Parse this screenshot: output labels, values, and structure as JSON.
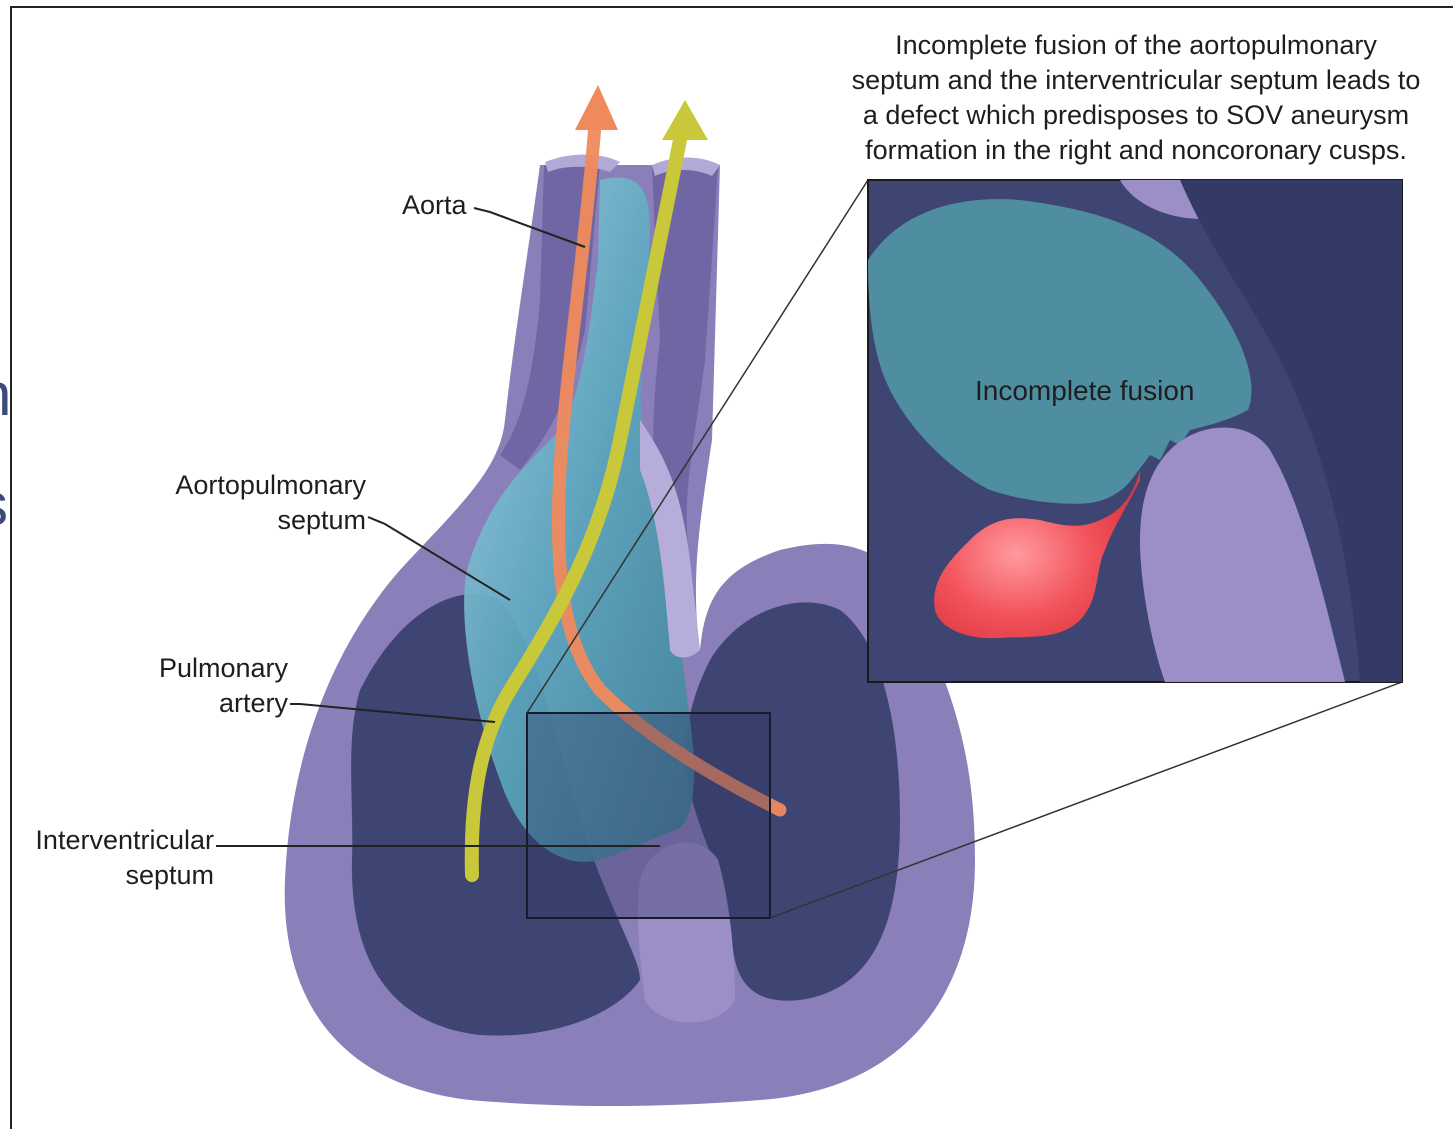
{
  "caption": [
    "Incomplete fusion of the aortopulmonary",
    "septum and the interventricular septum leads to",
    "a defect which predisposes to SOV aneurysm",
    "formation in the right and noncoronary cusps."
  ],
  "labels": {
    "aorta": "Aorta",
    "aortopulmonary_septum": [
      "Aortopulmonary",
      "septum"
    ],
    "pulmonary_artery": [
      "Pulmonary",
      "artery"
    ],
    "interventricular_septum": [
      "Interventricular",
      "septum"
    ],
    "incomplete_fusion": "Incomplete fusion"
  },
  "colors": {
    "outer_wall": "#8a7fb8",
    "inner_chamber": "#3f4572",
    "septum": "#4f8ea0",
    "aorta_arrow": "#f08a5d",
    "pulmonary_arrow": "#c8c83a",
    "aneurysm": "#f2545b"
  }
}
